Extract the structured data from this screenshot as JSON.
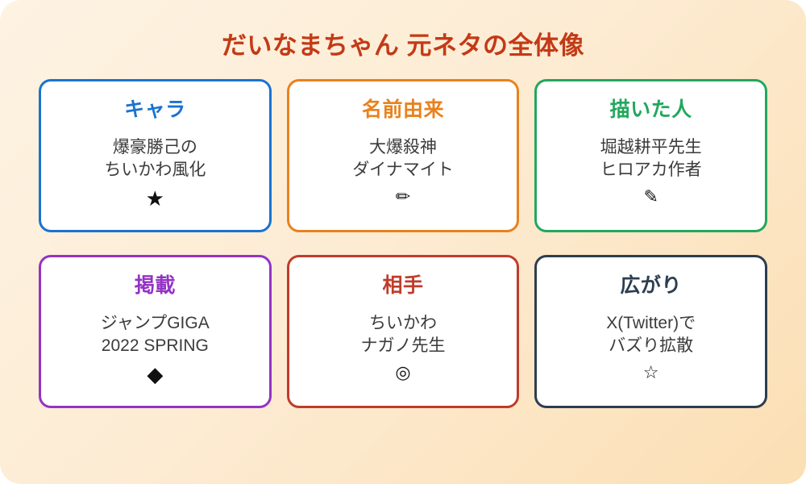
{
  "header": {
    "title": "だいなまちゃん 元ネタの全体像",
    "title_color": "#c33a16"
  },
  "background": {
    "gradient_start": "#fdf3e3",
    "gradient_mid": "#fdecd4",
    "gradient_end": "#fbdfb4",
    "corner_radius": "26px"
  },
  "cards": [
    {
      "title": "キャラ",
      "body": "爆豪勝己の\nちいかわ風化",
      "icon": "★",
      "icon_name": "black-star-icon",
      "accent": "#1a73d0"
    },
    {
      "title": "名前由来",
      "body": "大爆殺神\nダイナマイト",
      "icon": "✏",
      "icon_name": "pencil-icon",
      "accent": "#e8821e"
    },
    {
      "title": "描いた人",
      "body": "堀越耕平先生\nヒロアカ作者",
      "icon": "✎",
      "icon_name": "diagonal-pencil-icon",
      "accent": "#22a75e"
    },
    {
      "title": "掲載",
      "body": "ジャンプGIGA\n2022 SPRING",
      "icon": "◆",
      "icon_name": "black-diamond-icon",
      "accent": "#9333c4"
    },
    {
      "title": "相手",
      "body": "ちいかわ\nナガノ先生",
      "icon": "◎",
      "icon_name": "double-circle-icon",
      "accent": "#bf3c2b"
    },
    {
      "title": "広がり",
      "body": "X(Twitter)で\nバズり拡散",
      "icon": "☆",
      "icon_name": "outline-star-icon",
      "accent": "#2c3e50"
    }
  ]
}
